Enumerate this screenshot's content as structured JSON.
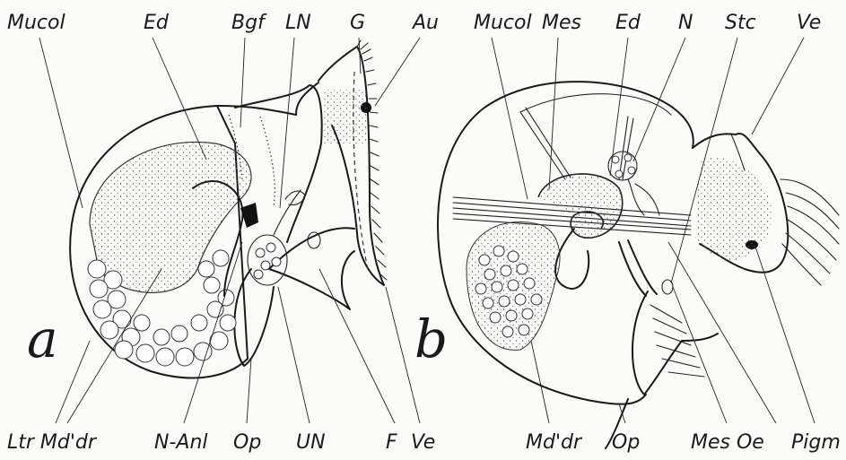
{
  "figure": {
    "panel_a_letter": "a",
    "panel_b_letter": "b",
    "labels_top_a": [
      "Mucol",
      "Ed",
      "Bgf",
      "LN",
      "G",
      "Au"
    ],
    "labels_top_b": [
      "Mucol",
      "Mes",
      "Ed",
      "N",
      "Stc",
      "Ve"
    ],
    "labels_bottom_a": [
      "Ltr Md'dr",
      "N-Anl",
      "Op",
      "UN",
      "F",
      "Ve"
    ],
    "labels_bottom_b": [
      "Md'dr",
      "Op",
      "Mes Oe",
      "Pigm"
    ]
  }
}
